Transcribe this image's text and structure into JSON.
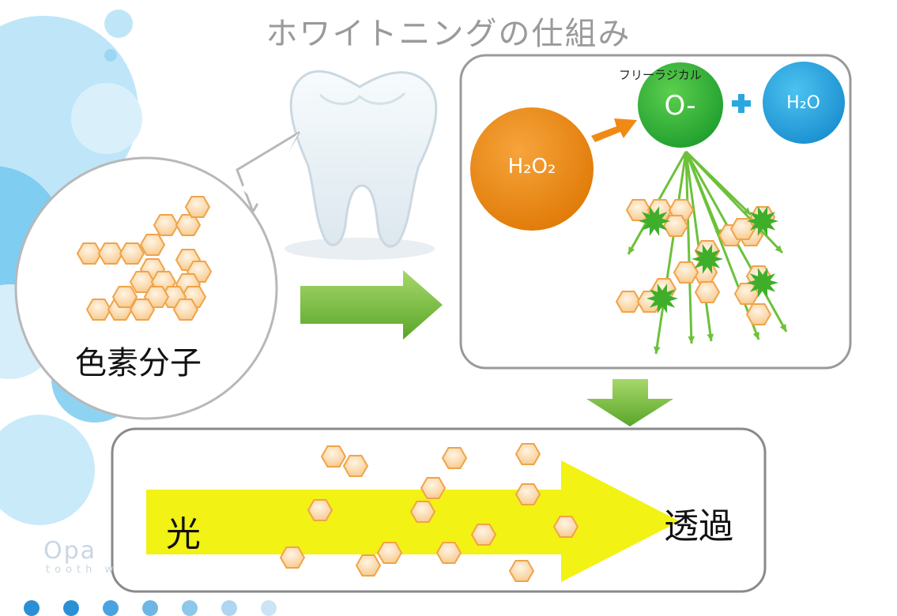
{
  "title": "ホワイトニングの仕組み",
  "labels": {
    "pigment_molecule": "色素分子",
    "free_radical": "フリーラジカル",
    "light": "光",
    "transmission": "透過"
  },
  "molecules": {
    "h2o2": "H₂O₂",
    "oxygen_radical": "O-",
    "water": "H₂O"
  },
  "brand": {
    "name": "Opa",
    "tagline": "tooth w"
  },
  "colors": {
    "title_gray": "#9a9a9a",
    "h2o2_orange": "#f08a14",
    "radical_green": "#39b54a",
    "water_blue": "#29a8e0",
    "arrow_green": "#7cc242",
    "light_yellow": "#f2f200",
    "hexagon_fill": "#fbd9a8",
    "hexagon_stroke": "#f0a34a",
    "bubble_blue": "#aee0f7"
  }
}
